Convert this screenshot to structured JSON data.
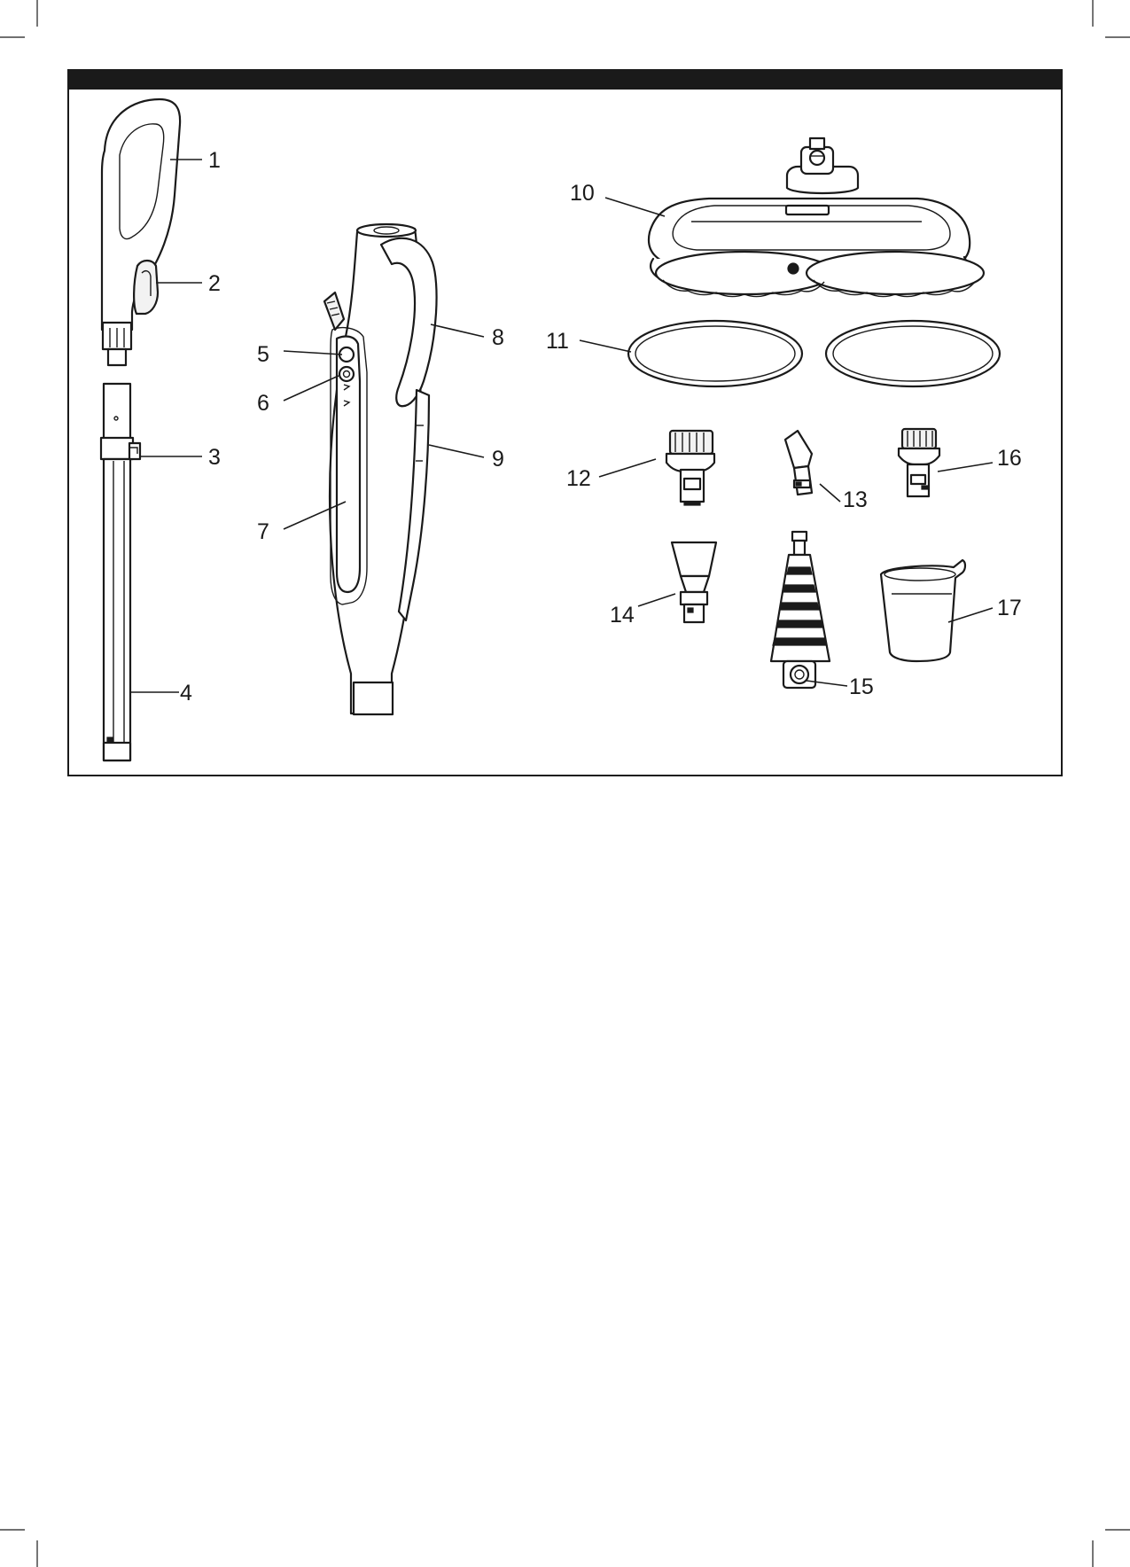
{
  "diagram": {
    "frame_header_color": "#1a1a1a",
    "line_color": "#1a1a1a",
    "callouts": [
      {
        "id": "1",
        "text": "1"
      },
      {
        "id": "2",
        "text": "2"
      },
      {
        "id": "3",
        "text": "3"
      },
      {
        "id": "4",
        "text": "4"
      },
      {
        "id": "5",
        "text": "5"
      },
      {
        "id": "6",
        "text": "6"
      },
      {
        "id": "7",
        "text": "7"
      },
      {
        "id": "8",
        "text": "8"
      },
      {
        "id": "9",
        "text": "9"
      },
      {
        "id": "10",
        "text": "10"
      },
      {
        "id": "11",
        "text": "11"
      },
      {
        "id": "12",
        "text": "12"
      },
      {
        "id": "13",
        "text": "13"
      },
      {
        "id": "14",
        "text": "14"
      },
      {
        "id": "15",
        "text": "15"
      },
      {
        "id": "16",
        "text": "16"
      },
      {
        "id": "17",
        "text": "17"
      }
    ]
  }
}
